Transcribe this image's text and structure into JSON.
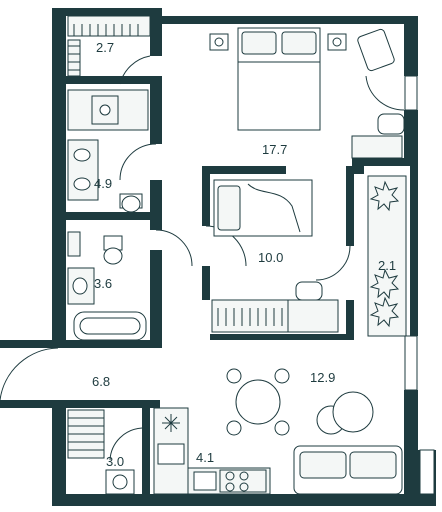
{
  "floor_plan": {
    "rooms": [
      {
        "id": "wardrobe-top",
        "name": "wardrobe",
        "area": "2.7"
      },
      {
        "id": "bedroom-master",
        "name": "bedroom",
        "area": "17.7"
      },
      {
        "id": "bathroom-1",
        "name": "bathroom",
        "area": "4.9"
      },
      {
        "id": "bedroom-2",
        "name": "bedroom",
        "area": "10.0"
      },
      {
        "id": "balcony",
        "name": "balcony",
        "area": "2.1"
      },
      {
        "id": "bathroom-2",
        "name": "bathroom",
        "area": "3.6"
      },
      {
        "id": "hall",
        "name": "hallway",
        "area": "6.8"
      },
      {
        "id": "living",
        "name": "living room",
        "area": "12.9"
      },
      {
        "id": "wardrobe-bottom",
        "name": "wardrobe",
        "area": "3.0"
      },
      {
        "id": "kitchen",
        "name": "kitchen",
        "area": "4.1"
      }
    ],
    "colors": {
      "wall": "#1e3b3f",
      "background": "#ffffff",
      "fill_light": "#f4f7f6"
    }
  }
}
